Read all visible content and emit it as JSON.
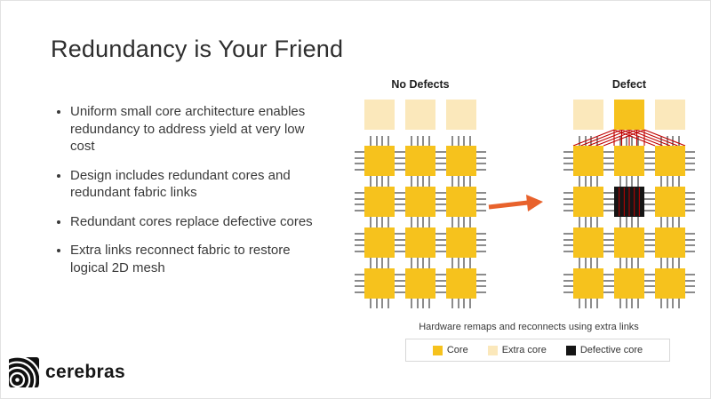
{
  "slide": {
    "title": "Redundancy is Your Friend",
    "bullets": [
      "Uniform small core architecture enables redundancy to address yield at very low cost",
      "Design includes redundant cores and redundant fabric links",
      "Redundant cores replace defective cores",
      "Extra links reconnect fabric to restore logical 2D mesh"
    ]
  },
  "diagrams": {
    "left": {
      "label": "No Defects",
      "grid": [
        [
          "extra",
          "extra",
          "extra"
        ],
        [
          "core",
          "core",
          "core"
        ],
        [
          "core",
          "core",
          "core"
        ],
        [
          "core",
          "core",
          "core"
        ],
        [
          "core",
          "core",
          "core"
        ]
      ]
    },
    "right": {
      "label": "Defect",
      "grid": [
        [
          "extra",
          "active",
          "extra"
        ],
        [
          "core",
          "core",
          "core"
        ],
        [
          "core",
          "defective",
          "core"
        ],
        [
          "core",
          "core",
          "core"
        ],
        [
          "core",
          "core",
          "core"
        ]
      ]
    },
    "caption": "Hardware remaps and reconnects using extra links"
  },
  "legend": {
    "items": [
      {
        "type": "core",
        "label": "Core"
      },
      {
        "type": "extra",
        "label": "Extra core"
      },
      {
        "type": "defective",
        "label": "Defective core"
      }
    ]
  },
  "colors": {
    "core": "#f6c21d",
    "extra": "#fbe8bb",
    "defective": "#151515",
    "link": "#1a1a1a",
    "reroute": "#c00000",
    "arrow": "#e8622c"
  },
  "logo": {
    "text": "cerebras"
  }
}
